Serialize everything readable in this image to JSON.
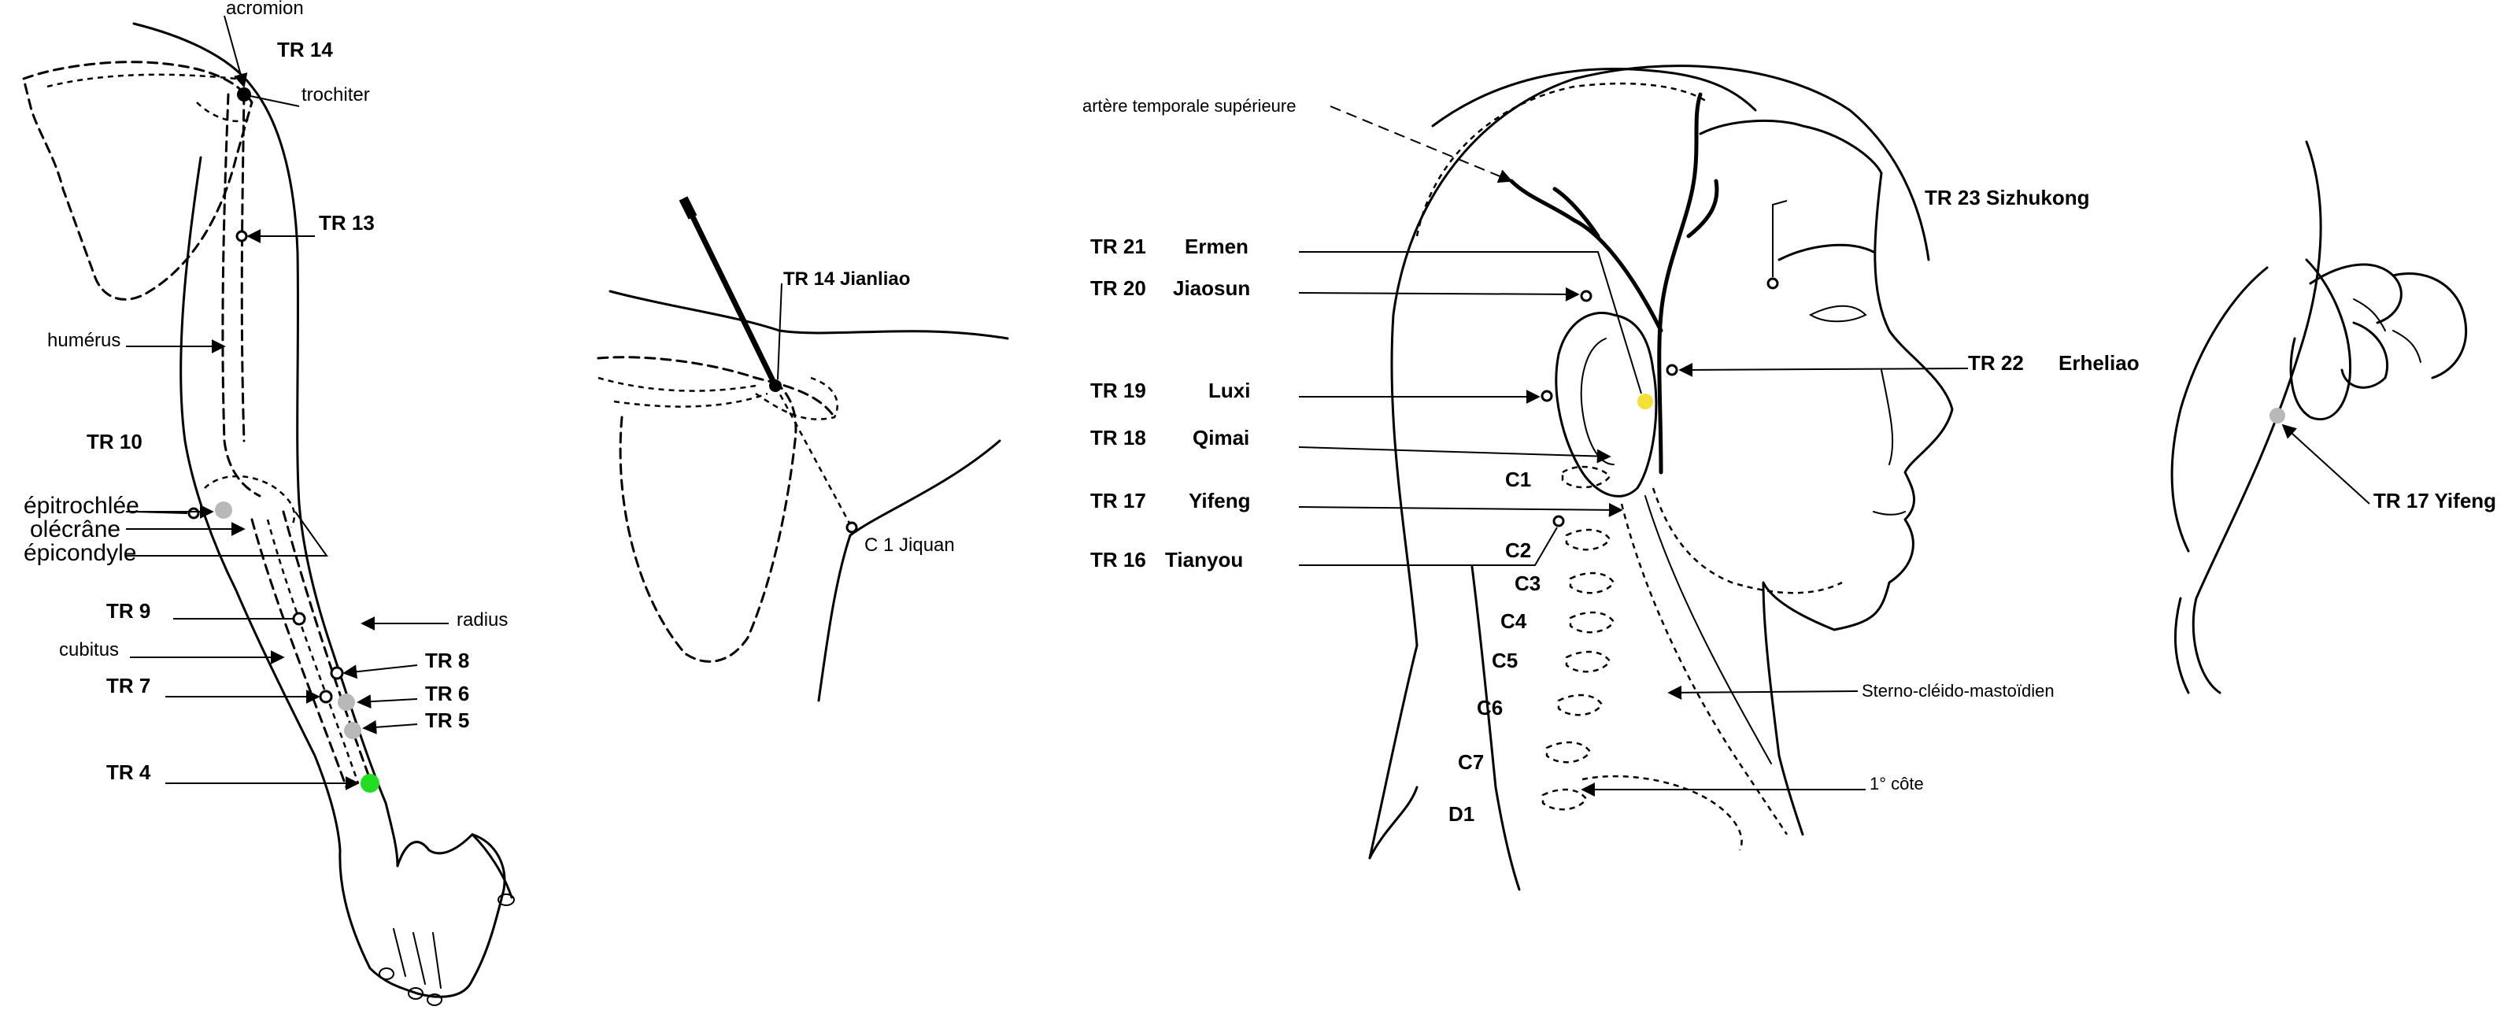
{
  "arm": {
    "acromion": "acromion",
    "tr14": "TR 14",
    "trochiter": "trochiter",
    "tr13": "TR 13",
    "humerus": "humérus",
    "tr10": "TR 10",
    "epitrochlee": "épitrochlée",
    "olecrane": "olécrâne",
    "epicondyle": "épicondyle",
    "tr9": "TR 9",
    "radius": "radius",
    "cubitus": "cubitus",
    "tr8": "TR 8",
    "tr7": "TR 7",
    "tr6": "TR 6",
    "tr5": "TR 5",
    "tr4": "TR 4"
  },
  "shoulder": {
    "tr14_jianliao": "TR 14 Jianliao",
    "c1_jiquan": "C 1 Jiquan"
  },
  "head": {
    "artery": "artère temporale supérieure",
    "tr21": "TR 21",
    "tr21_name": "Ermen",
    "tr20": "TR 20",
    "tr20_name": "Jiaosun",
    "tr19": "TR 19",
    "tr19_name": "Luxi",
    "tr18": "TR 18",
    "tr18_name": "Qimai",
    "tr17": "TR 17",
    "tr17_name": "Yifeng",
    "tr16": "TR 16",
    "tr16_name": "Tianyou",
    "tr23": "TR 23 Sizhukong",
    "tr22": "TR 22",
    "tr22_name": "Erheliao",
    "sterno": "Sterno-cléido-mastoïdien",
    "cote": "1° côte",
    "vertebrae": [
      "C1",
      "C2",
      "C3",
      "C4",
      "C5",
      "C6",
      "C7",
      "D1"
    ]
  },
  "ear": {
    "tr17_yifeng": "TR 17 Yifeng"
  },
  "colors": {
    "tr4_point": "#22dd22",
    "tr21_point": "#f5e03a",
    "grey_points": "#b8b8b8"
  }
}
